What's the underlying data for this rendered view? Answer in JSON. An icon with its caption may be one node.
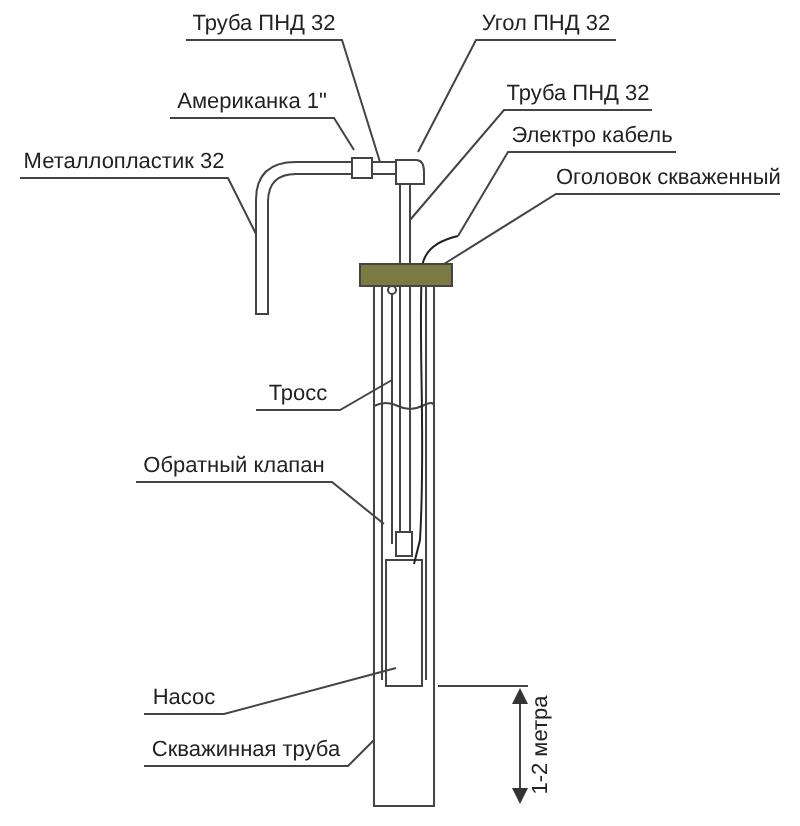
{
  "diagram": {
    "nodes": [
      {
        "text": [
          "Труба ПНД 32"
        ]
      },
      {
        "text": [
          "Угол ПНД 32"
        ]
      },
      {
        "text": [
          "Американка 1\""
        ]
      },
      {
        "text": [
          "Металлопластик 32"
        ]
      },
      {
        "text": [
          "Труба ПНД 32"
        ]
      },
      {
        "text": [
          "Электро кабель"
        ]
      },
      {
        "text": [
          "Оголовок скваженный"
        ]
      },
      {
        "text": [
          "Тросс"
        ]
      },
      {
        "text": [
          "Обратный клапан"
        ]
      },
      {
        "text": [
          "Насос"
        ]
      },
      {
        "text": [
          "Скважинная труба"
        ]
      }
    ],
    "edges": [
      {
        "from": 0,
        "to": null,
        "arrow": "none"
      },
      {
        "from": 1,
        "to": null,
        "arrow": "none"
      },
      {
        "from": 2,
        "to": null,
        "arrow": "none"
      },
      {
        "from": 3,
        "to": null,
        "arrow": "none"
      },
      {
        "from": 4,
        "to": null,
        "arrow": "none"
      },
      {
        "from": 5,
        "to": null,
        "arrow": "none"
      },
      {
        "from": 6,
        "to": null,
        "arrow": "none"
      },
      {
        "from": 7,
        "to": null,
        "arrow": "none"
      },
      {
        "from": 8,
        "to": null,
        "arrow": "none"
      },
      {
        "from": 9,
        "to": null,
        "arrow": "none"
      },
      {
        "from": 10,
        "to": null,
        "arrow": "none"
      }
    ],
    "labels": [
      "1-2 метра"
    ]
  }
}
